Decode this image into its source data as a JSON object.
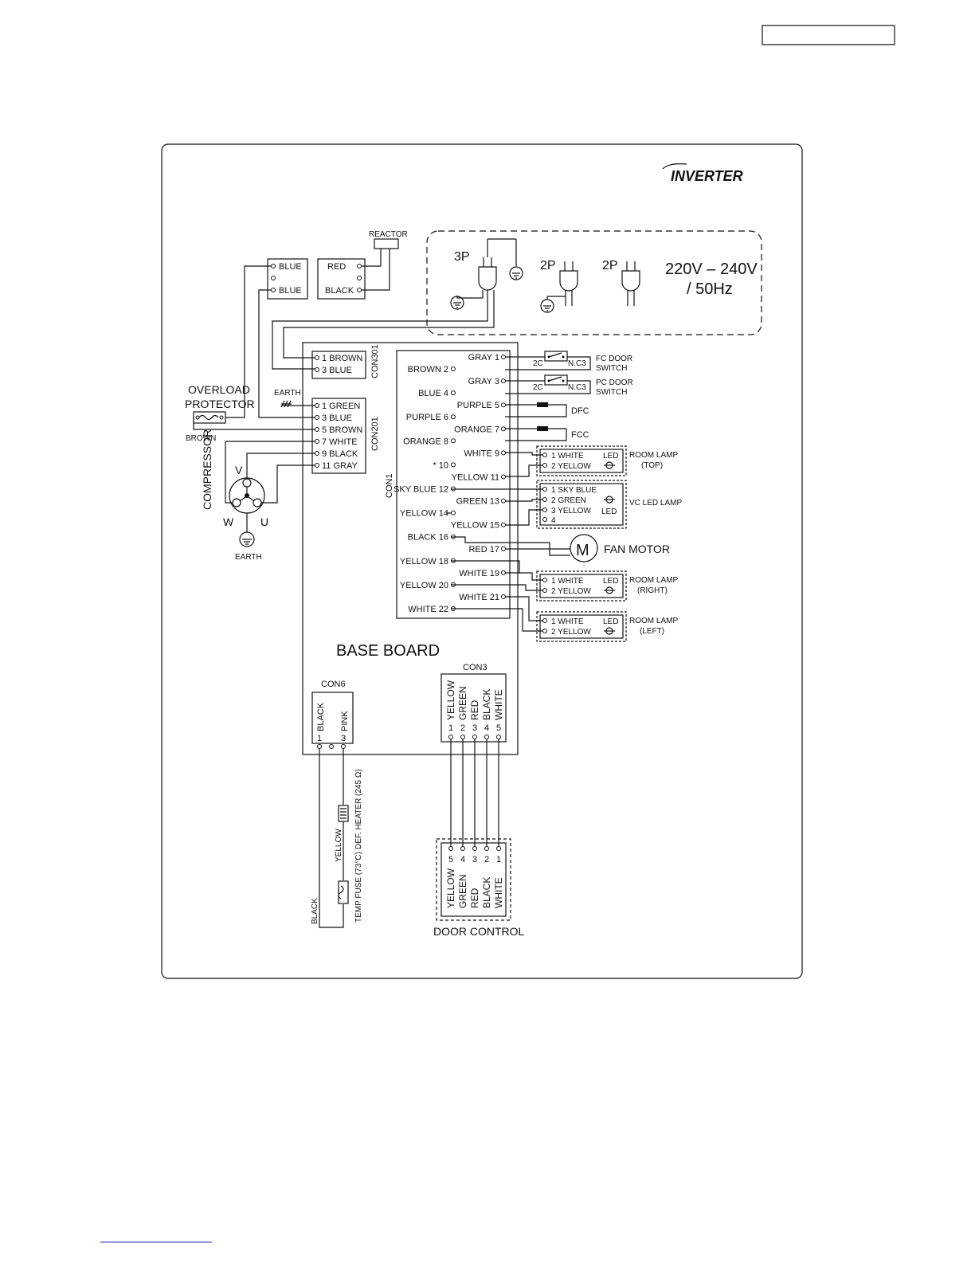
{
  "brand": {
    "logo_text": "INVERTER"
  },
  "reactor": {
    "label": "REACTOR",
    "left_block": [
      "BLUE",
      "BLUE"
    ],
    "right_block": [
      "RED",
      "BLACK"
    ]
  },
  "power": {
    "plug_3p": "3P",
    "plug_2p_a": "2P",
    "plug_2p_b": "2P",
    "voltage": "220V – 240V",
    "frequency": "/ 50Hz"
  },
  "con301": {
    "label": "CON301",
    "pins": [
      "1 BROWN",
      "3 BLUE"
    ]
  },
  "con201": {
    "label": "CON201",
    "pins": [
      "1 GREEN",
      "3 BLUE",
      "5 BROWN",
      "7 WHITE",
      "9 BLACK",
      "11 GRAY"
    ]
  },
  "earth_label": "EARTH",
  "overload": {
    "line1": "OVERLOAD",
    "line2": "PROTECTOR",
    "wire": "BROWN"
  },
  "compressor": {
    "label": "COMPRESSOR",
    "v": "V",
    "w": "W",
    "u": "U",
    "earth": "EARTH"
  },
  "con1": {
    "label": "CON1",
    "left_pins": [
      {
        "color": "BROWN",
        "num": "2"
      },
      {
        "color": "BLUE",
        "num": "4"
      },
      {
        "color": "PURPLE",
        "num": "6"
      },
      {
        "color": "ORANGE",
        "num": "8"
      },
      {
        "color": "*",
        "num": "10"
      },
      {
        "color": "SKY BLUE",
        "num": "12"
      },
      {
        "color": "YELLOW",
        "num": "14"
      },
      {
        "color": "BLACK",
        "num": "16"
      },
      {
        "color": "YELLOW",
        "num": "18"
      },
      {
        "color": "YELLOW",
        "num": "20"
      },
      {
        "color": "WHITE",
        "num": "22"
      }
    ],
    "right_pins": [
      {
        "color": "GRAY",
        "num": "1"
      },
      {
        "color": "GRAY",
        "num": "3"
      },
      {
        "color": "PURPLE",
        "num": "5"
      },
      {
        "color": "ORANGE",
        "num": "7"
      },
      {
        "color": "WHITE",
        "num": "9"
      },
      {
        "color": "YELLOW",
        "num": "11"
      },
      {
        "color": "GREEN",
        "num": "13"
      },
      {
        "color": "YELLOW",
        "num": "15"
      },
      {
        "color": "RED",
        "num": "17"
      },
      {
        "color": "WHITE",
        "num": "19"
      },
      {
        "color": "WHITE",
        "num": "21"
      }
    ]
  },
  "switches": {
    "fc": {
      "contact": "2C",
      "type": "N.C3",
      "line1": "FC DOOR",
      "line2": "SWITCH"
    },
    "pc": {
      "contact": "2C",
      "type": "N.C3",
      "line1": "PC DOOR",
      "line2": "SWITCH"
    }
  },
  "dfc": "DFC",
  "fcc": "FCC",
  "led_label": "LED",
  "lamp_top": {
    "pins": [
      "1 WHITE",
      "2 YELLOW"
    ],
    "line1": "ROOM LAMP",
    "line2": "(TOP)"
  },
  "vc_lamp": {
    "pins": [
      "1 SKY BLUE",
      "2 GREEN",
      "3 YELLOW",
      "4"
    ],
    "label": "VC LED LAMP"
  },
  "fan_motor": {
    "symbol": "M",
    "label": "FAN MOTOR"
  },
  "lamp_right": {
    "pins": [
      "1 WHITE",
      "2 YELLOW"
    ],
    "line1": "ROOM LAMP",
    "line2": "(RIGHT)"
  },
  "lamp_left": {
    "pins": [
      "1 WHITE",
      "2 YELLOW"
    ],
    "line1": "ROOM LAMP",
    "line2": "(LEFT)"
  },
  "base_board": "BASE BOARD",
  "con6": {
    "label": "CON6",
    "pin1": "1",
    "pin3": "3",
    "color1": "BLACK",
    "color3": "PINK"
  },
  "con3": {
    "label": "CON3",
    "colors": [
      "YELLOW",
      "GREEN",
      "RED",
      "BLACK",
      "WHITE"
    ],
    "nums": [
      "1",
      "2",
      "3",
      "4",
      "5"
    ]
  },
  "heater": {
    "wire_yellow": "YELLOW",
    "heater": "DEF. HEATER (245 Ω)",
    "fuse": "TEMP FUSE (73°C)",
    "wire_black": "BLACK"
  },
  "door_control": {
    "label": "DOOR CONTROL",
    "nums": [
      "5",
      "4",
      "3",
      "2",
      "1"
    ],
    "colors": [
      "YELLOW",
      "GREEN",
      "RED",
      "BLACK",
      "WHITE"
    ]
  }
}
